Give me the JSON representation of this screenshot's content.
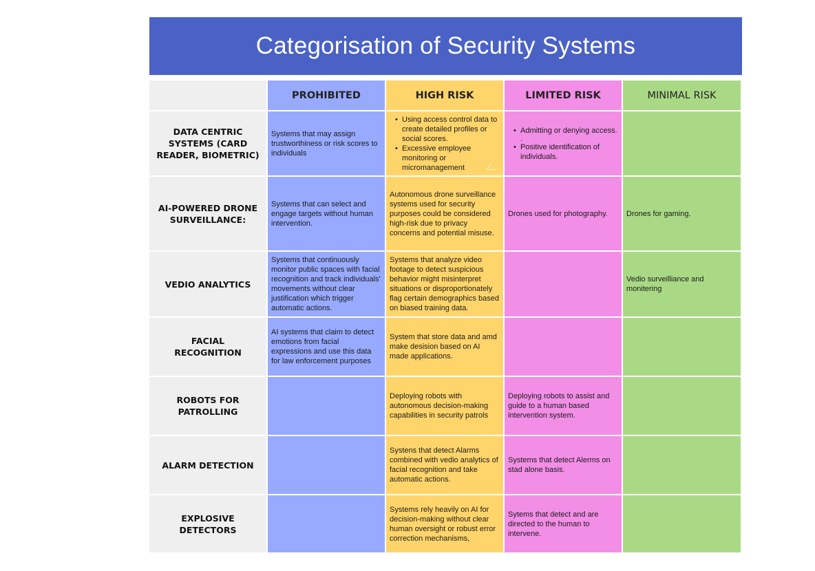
{
  "title": "Categorisation of Security Systems",
  "columns": [
    "PROHIBITED",
    "HIGH RISK",
    "LIMITED RISK",
    "MINIMAL RISK"
  ],
  "colors": {
    "title_bg": "#4a61c5",
    "prohibited": "#98aaff",
    "high_risk": "#ffd56b",
    "limited_risk": "#f28ee6",
    "minimal_risk": "#aad986",
    "row_header": "#efefef"
  },
  "rows": [
    {
      "name": "DATA CENTRIC SYSTEMS (CARD READER, BIOMETRIC)",
      "prohibited": "Systems that may assign trustworthiness or risk scores to individuals",
      "high_bullets": [
        "Using access control data  to create detailed profiles or social scores.",
        "Excessive employee monitoring or micromanagement"
      ],
      "limited_bullets": [
        "Admitting or denying access.",
        "Positive identification of individuals."
      ],
      "limited_separator": ".",
      "minimal": ""
    },
    {
      "name": "AI-POWERED DRONE SURVEILLANCE:",
      "prohibited": "Systems that can select and engage targets without human intervention.",
      "high": "Autonomous drone surveillance systems used for security purposes could be considered high-risk due to privacy concerns and potential misuse.",
      "limited": "Drones used for photography.",
      "minimal": "Drones for gaming."
    },
    {
      "name": "VEDIO ANALYTICS",
      "prohibited": "Systems that continuously monitor public spaces with facial recognition and track individuals' movements without clear justification which trigger automatic actions.",
      "high": "Systems that analyze video footage to detect suspicious behavior might misinterpret situations or disproportionately flag certain demographics based on biased training data.",
      "limited": "",
      "minimal": "Vedio surveilliance and monitering"
    },
    {
      "name": "FACIAL RECOGNITION",
      "prohibited": "AI systems that claim to detect emotions from facial expressions and use this data for law enforcement purposes",
      "high": "System that store data and amd make desision based on AI made applications.",
      "limited": "",
      "minimal": ""
    },
    {
      "name": "ROBOTS FOR PATROLLING",
      "prohibited": "",
      "high": "Deploying robots with autonomous decision-making capabilities in security patrols",
      "limited": "Deploying robots to assist and guide to a human based intervention system.",
      "minimal": ""
    },
    {
      "name": "ALARM DETECTION",
      "prohibited": "",
      "high": "Systens that detect Alarms combined with vedio analytics of facial recognition and take automatic actions.",
      "limited": "Systems that detect Alerms on stad alone basis.",
      "minimal": ""
    },
    {
      "name": "EXPLOSIVE DETECTORS",
      "prohibited": "",
      "high": "Systems rely heavily on AI for decision-making without clear human oversight or robust error correction mechanisms,",
      "limited": "Sytems that detect and are directed to the human to intervene.",
      "minimal": ""
    }
  ]
}
